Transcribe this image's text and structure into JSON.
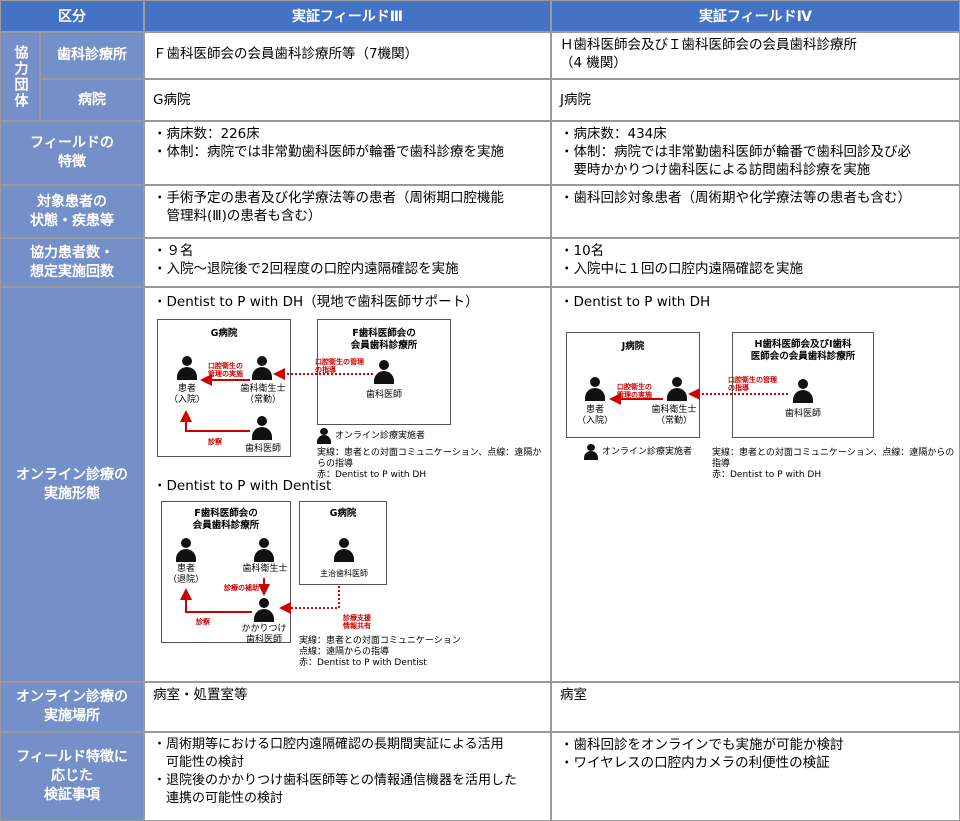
{
  "header": {
    "col_category": "区分",
    "col_field3": "実証フィールドⅢ",
    "col_field4": "実証フィールドⅣ"
  },
  "group_label": "協力団体",
  "rows": {
    "dental_clinic": {
      "label": "歯科診療所",
      "field3": "Ｆ歯科医師会の会員歯科診療所等（7機関）",
      "field4": "Ｈ歯科医師会及びＩ歯科医師会の会員歯科診療所\n（4 機関）"
    },
    "hospital": {
      "label": "病院",
      "field3": "G病院",
      "field4": "J病院"
    },
    "features": {
      "label": "フィールドの\n特徴",
      "field3": "・病床数：226床\n・体制：病院では非常勤歯科医師が輪番で歯科診療を実施",
      "field4": "・病床数：434床\n・体制：病院では非常勤歯科医師が輪番で歯科回診及び必\n　要時かかりつけ歯科医による訪問歯科診療を実施"
    },
    "patients": {
      "label": "対象患者の\n状態・疾患等",
      "field3": "・手術予定の患者及び化学療法等の患者（周術期口腔機能\n　管理料(Ⅲ)の患者も含む）",
      "field4": "・歯科回診対象患者（周術期や化学療法等の患者も含む）"
    },
    "counts": {
      "label": "協力患者数・\n想定実施回数",
      "field3": "・９名\n・入院～退院後で2回程度の口腔内遠隔確認を実施",
      "field4": "・10名\n・入院中に１回の口腔内遠隔確認を実施"
    },
    "online_form": {
      "label": "オンライン診療の\n実施形態",
      "field3_title1": "・Dentist to P with DH（現地で歯科医師サポート）",
      "field3_title2": "・Dentist to P with Dentist",
      "field4_title1": "・Dentist to P with DH"
    },
    "place": {
      "label": "オンライン診療の\n実施場所",
      "field3": "病室・処置室等",
      "field4": "病室"
    },
    "verification": {
      "label": "フィールド特徴に\n応じた\n検証事項",
      "field3": "・周術期等における口腔内遠隔確認の長期間実証による活用\n　可能性の検討\n・退院後のかかりつけ歯科医師等との情報通信機器を活用した\n　連携の可能性の検討",
      "field4": "・歯科回診をオンラインでも実施が可能か検討\n・ワイヤレスの口腔内カメラの利便性の検証"
    }
  },
  "diagram1": {
    "hospital_box": "G病院",
    "assoc_box": "F歯科医師会の\n会員歯科診療所",
    "patient": "患者\n（入院）",
    "hygienist": "歯科衛生士\n（常勤）",
    "dentist": "歯科医師",
    "remote_dentist": "歯科医師",
    "arrow_guidance": "口腔衛生の管理\nの指導",
    "arrow_practice": "口腔衛生の\n管理の実施",
    "arrow_exam": "診察",
    "legend_person": "オンライン診療実施者",
    "legend_lines": "実線：患者との対面コミュニケーション、点線：遠隔からの指導\n赤：Dentist to P with DH"
  },
  "diagram2": {
    "assoc_box": "F歯科医師会の\n会員歯科診療所",
    "hospital_box": "G病院",
    "patient": "患者\n（退院）",
    "hygienist": "歯科衛生士",
    "family_dentist": "かかりつけ\n歯科医師",
    "main_dentist": "主治歯科医師",
    "arrow_assist": "診療の補助",
    "arrow_exam": "診察",
    "arrow_support": "診療支援\n情報共有",
    "legend": "実線：患者との対面コミュニケーション\n点線：遠隔からの指導\n赤：Dentist to P with Dentist"
  },
  "diagram3": {
    "hospital_box": "J病院",
    "assoc_box": "H歯科医師会及びI歯科\n医師会の会員歯科診療所",
    "patient": "患者\n（入院）",
    "hygienist": "歯科衛生士\n（常勤）",
    "remote_dentist": "歯科医師",
    "arrow_guidance": "口腔衛生の管理\nの指導",
    "arrow_practice": "口腔衛生の\n管理の実施",
    "legend_person": "オンライン診療実施者",
    "legend_lines": "実線：患者との対面コミュニケーション、点線：遠隔からの指導\n赤：Dentist to P with DH"
  },
  "colors": {
    "header": "#4472C4",
    "label": "#7590C8",
    "arrow": "#d00000"
  }
}
